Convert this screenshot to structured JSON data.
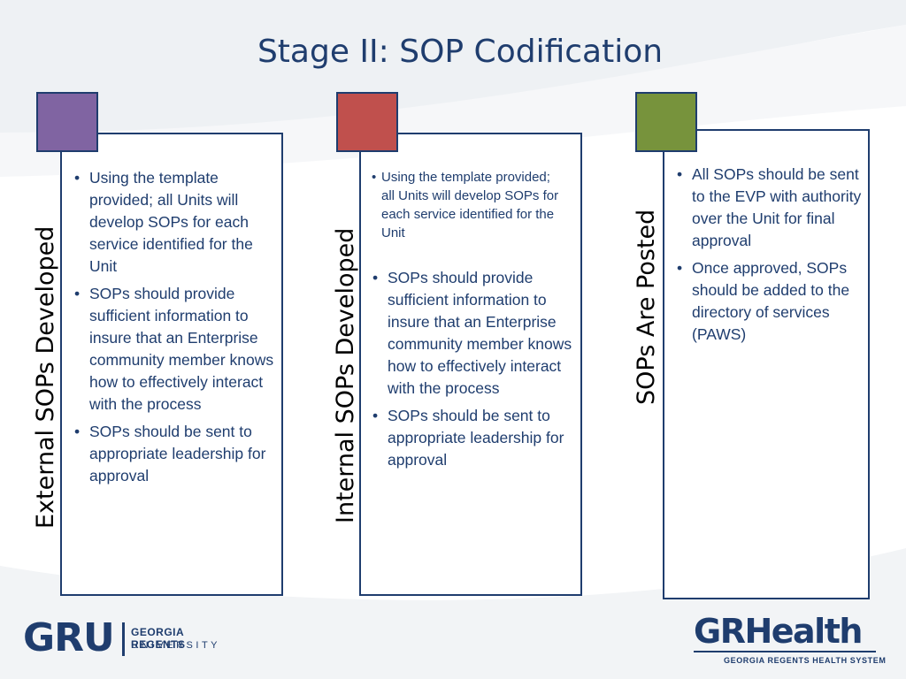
{
  "slide": {
    "title": "Stage II: SOP Codification"
  },
  "colors": {
    "title": "#1f3d6e",
    "border": "#1f3d6e",
    "swatch_purple": "#8064a2",
    "swatch_red": "#c0504d",
    "swatch_green": "#77933c"
  },
  "columns": [
    {
      "label": "External SOPs Developed",
      "swatch_color": "#8064a2",
      "bullets": [
        "Using the template provided; all Units will develop SOPs for each service identified for the Unit",
        "SOPs should provide sufficient information to insure that an Enterprise community member knows how to effectively interact with the process",
        "SOPs should be sent to appropriate leadership for approval"
      ]
    },
    {
      "label": "Internal SOPs Developed",
      "swatch_color": "#c0504d",
      "bullets": [
        "Using the template provided; all Units will develop SOPs for each service identified for the Unit",
        "SOPs should provide sufficient information to insure that an Enterprise community member knows how to effectively interact with the process",
        "SOPs should be sent to appropriate leadership for approval"
      ]
    },
    {
      "label": "SOPs Are Posted",
      "swatch_color": "#77933c",
      "bullets": [
        "All SOPs should be sent to the EVP with authority over the Unit for final approval",
        "Once approved, SOPs should be added to the directory of services (PAWS)"
      ]
    }
  ],
  "logos": {
    "gru": {
      "mark": "GRU",
      "name_line1": "GEORGIA REGENTS",
      "name_line2": "UNIVERSITY"
    },
    "grhealth": {
      "mark_a": "GR",
      "mark_b": "Health",
      "subtitle": "GEORGIA REGENTS HEALTH SYSTEM"
    }
  }
}
